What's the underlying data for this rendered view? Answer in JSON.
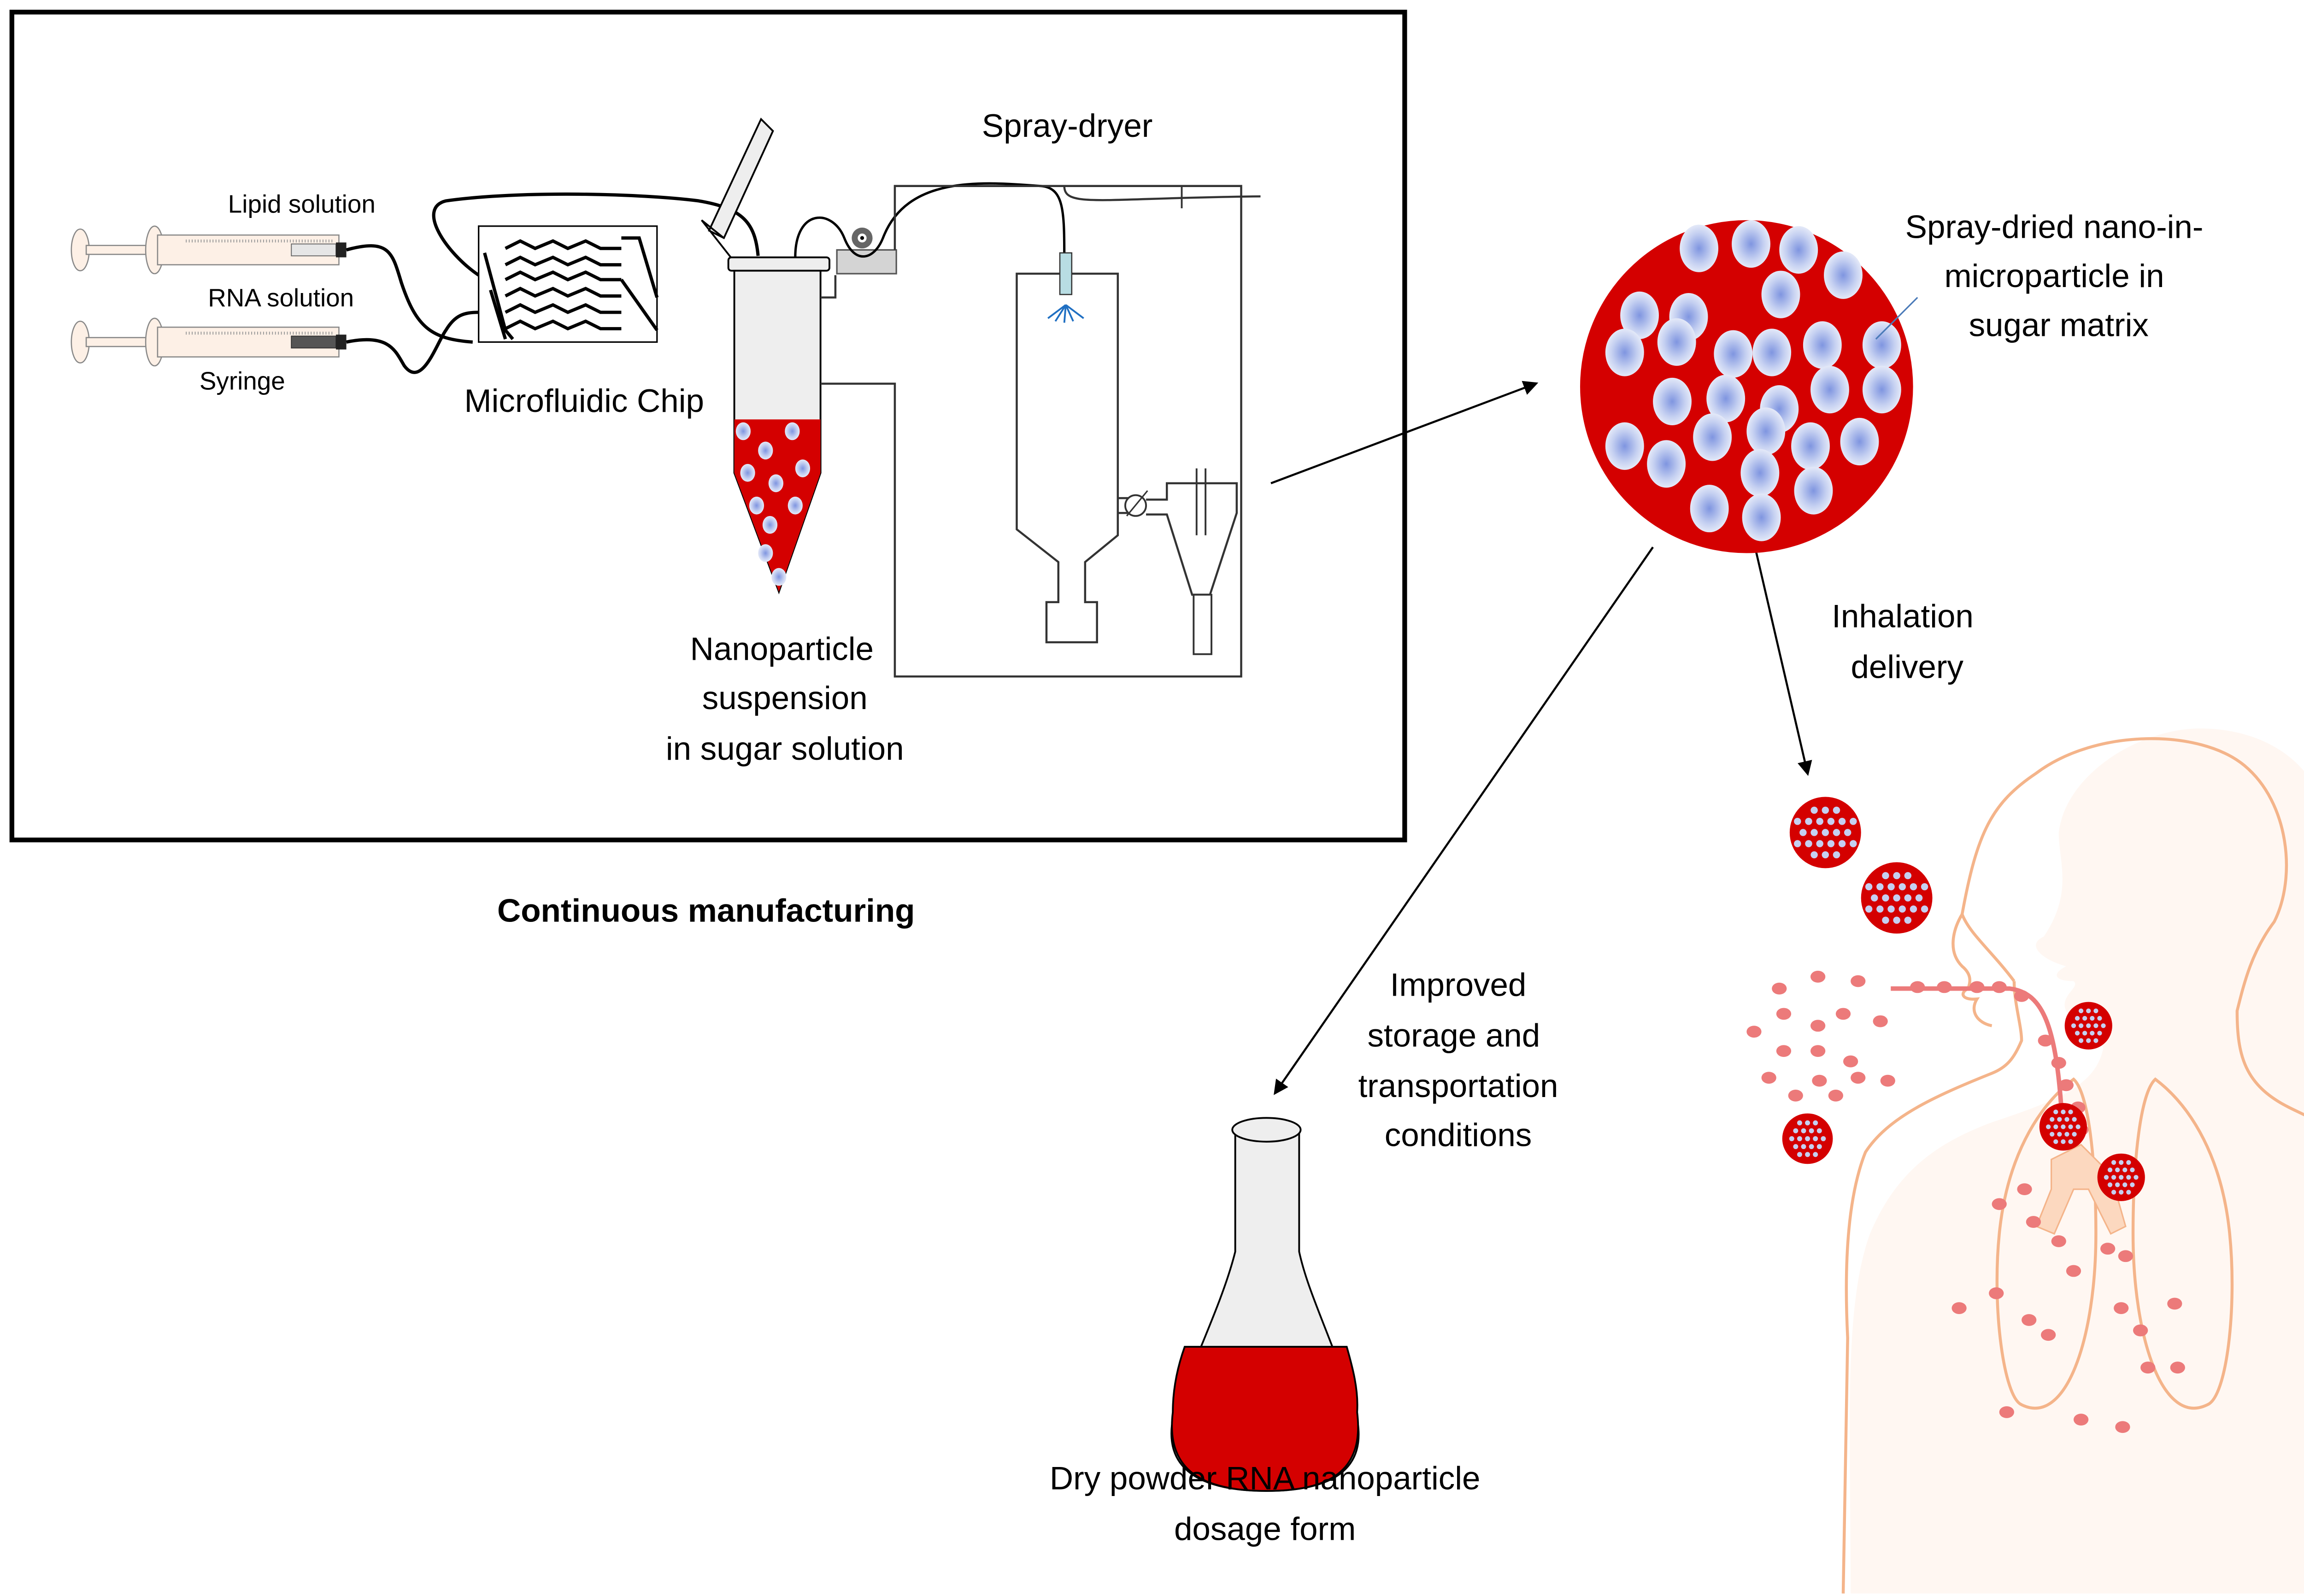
{
  "figure": {
    "manufacturing_box": {
      "labels": {
        "lipid_solution": "Lipid solution",
        "rna_solution": "RNA solution",
        "syringe": "Syringe",
        "microfluidic_chip": "Microfluidic Chip",
        "spray_dryer": "Spray-dryer",
        "nanoparticle_suspension": [
          "Nanoparticle",
          "suspension",
          "in sugar solution"
        ]
      },
      "caption": "Continuous manufacturing"
    },
    "microparticle": {
      "label": [
        "Spray-dried nano-in-",
        "microparticle in",
        "sugar matrix"
      ]
    },
    "inhalation": {
      "label": [
        "Inhalation",
        "delivery"
      ]
    },
    "storage": {
      "label": [
        "Improved",
        "storage and",
        "transportation",
        "conditions"
      ]
    },
    "dosage_form": {
      "label": [
        "Dry powder RNA nanoparticle",
        "dosage form"
      ]
    },
    "colors": {
      "matrix_red": "#d40000",
      "nanoparticle_blue": "#9fb0ea",
      "nanoparticle_core": "#7f95e0",
      "nanoparticle_edge": "#dfe5f7",
      "body_outline": "#f4b48a",
      "body_fill": "#fff7f2",
      "aerosol_dot": "#ec7a7a",
      "tube_grey": "#eeeeee",
      "spray_blue": "#1f6fc2"
    }
  }
}
